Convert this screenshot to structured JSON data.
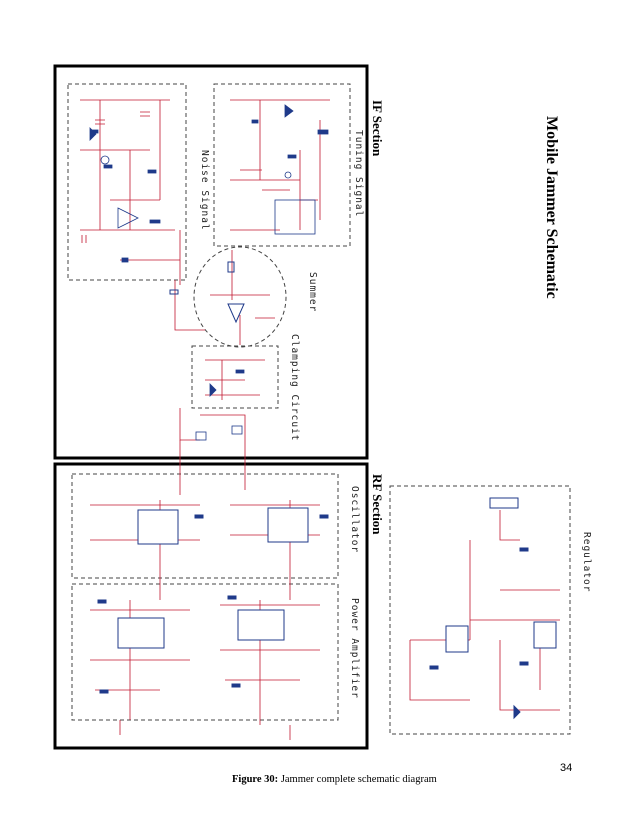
{
  "title": "Mobile Jammer Schematic",
  "sections": {
    "if": "IF Section",
    "rf": "RF Section"
  },
  "blocks": {
    "noise_signal": "Noise Signal",
    "tuning_signal": "Tuning Signal",
    "summer": "Summer",
    "clamping_circuit": "Clamping Circuit",
    "oscillator": "Oscillator",
    "power_amplifier": "Power Amplifier",
    "regulator": "Regulator"
  },
  "page_number": "34",
  "caption": {
    "label": "Figure 30:",
    "text": "Jammer complete schematic diagram"
  },
  "colors": {
    "wire": "#c21830",
    "component": "#1f3a8a",
    "border": "#000000",
    "dashed": "#444444"
  }
}
